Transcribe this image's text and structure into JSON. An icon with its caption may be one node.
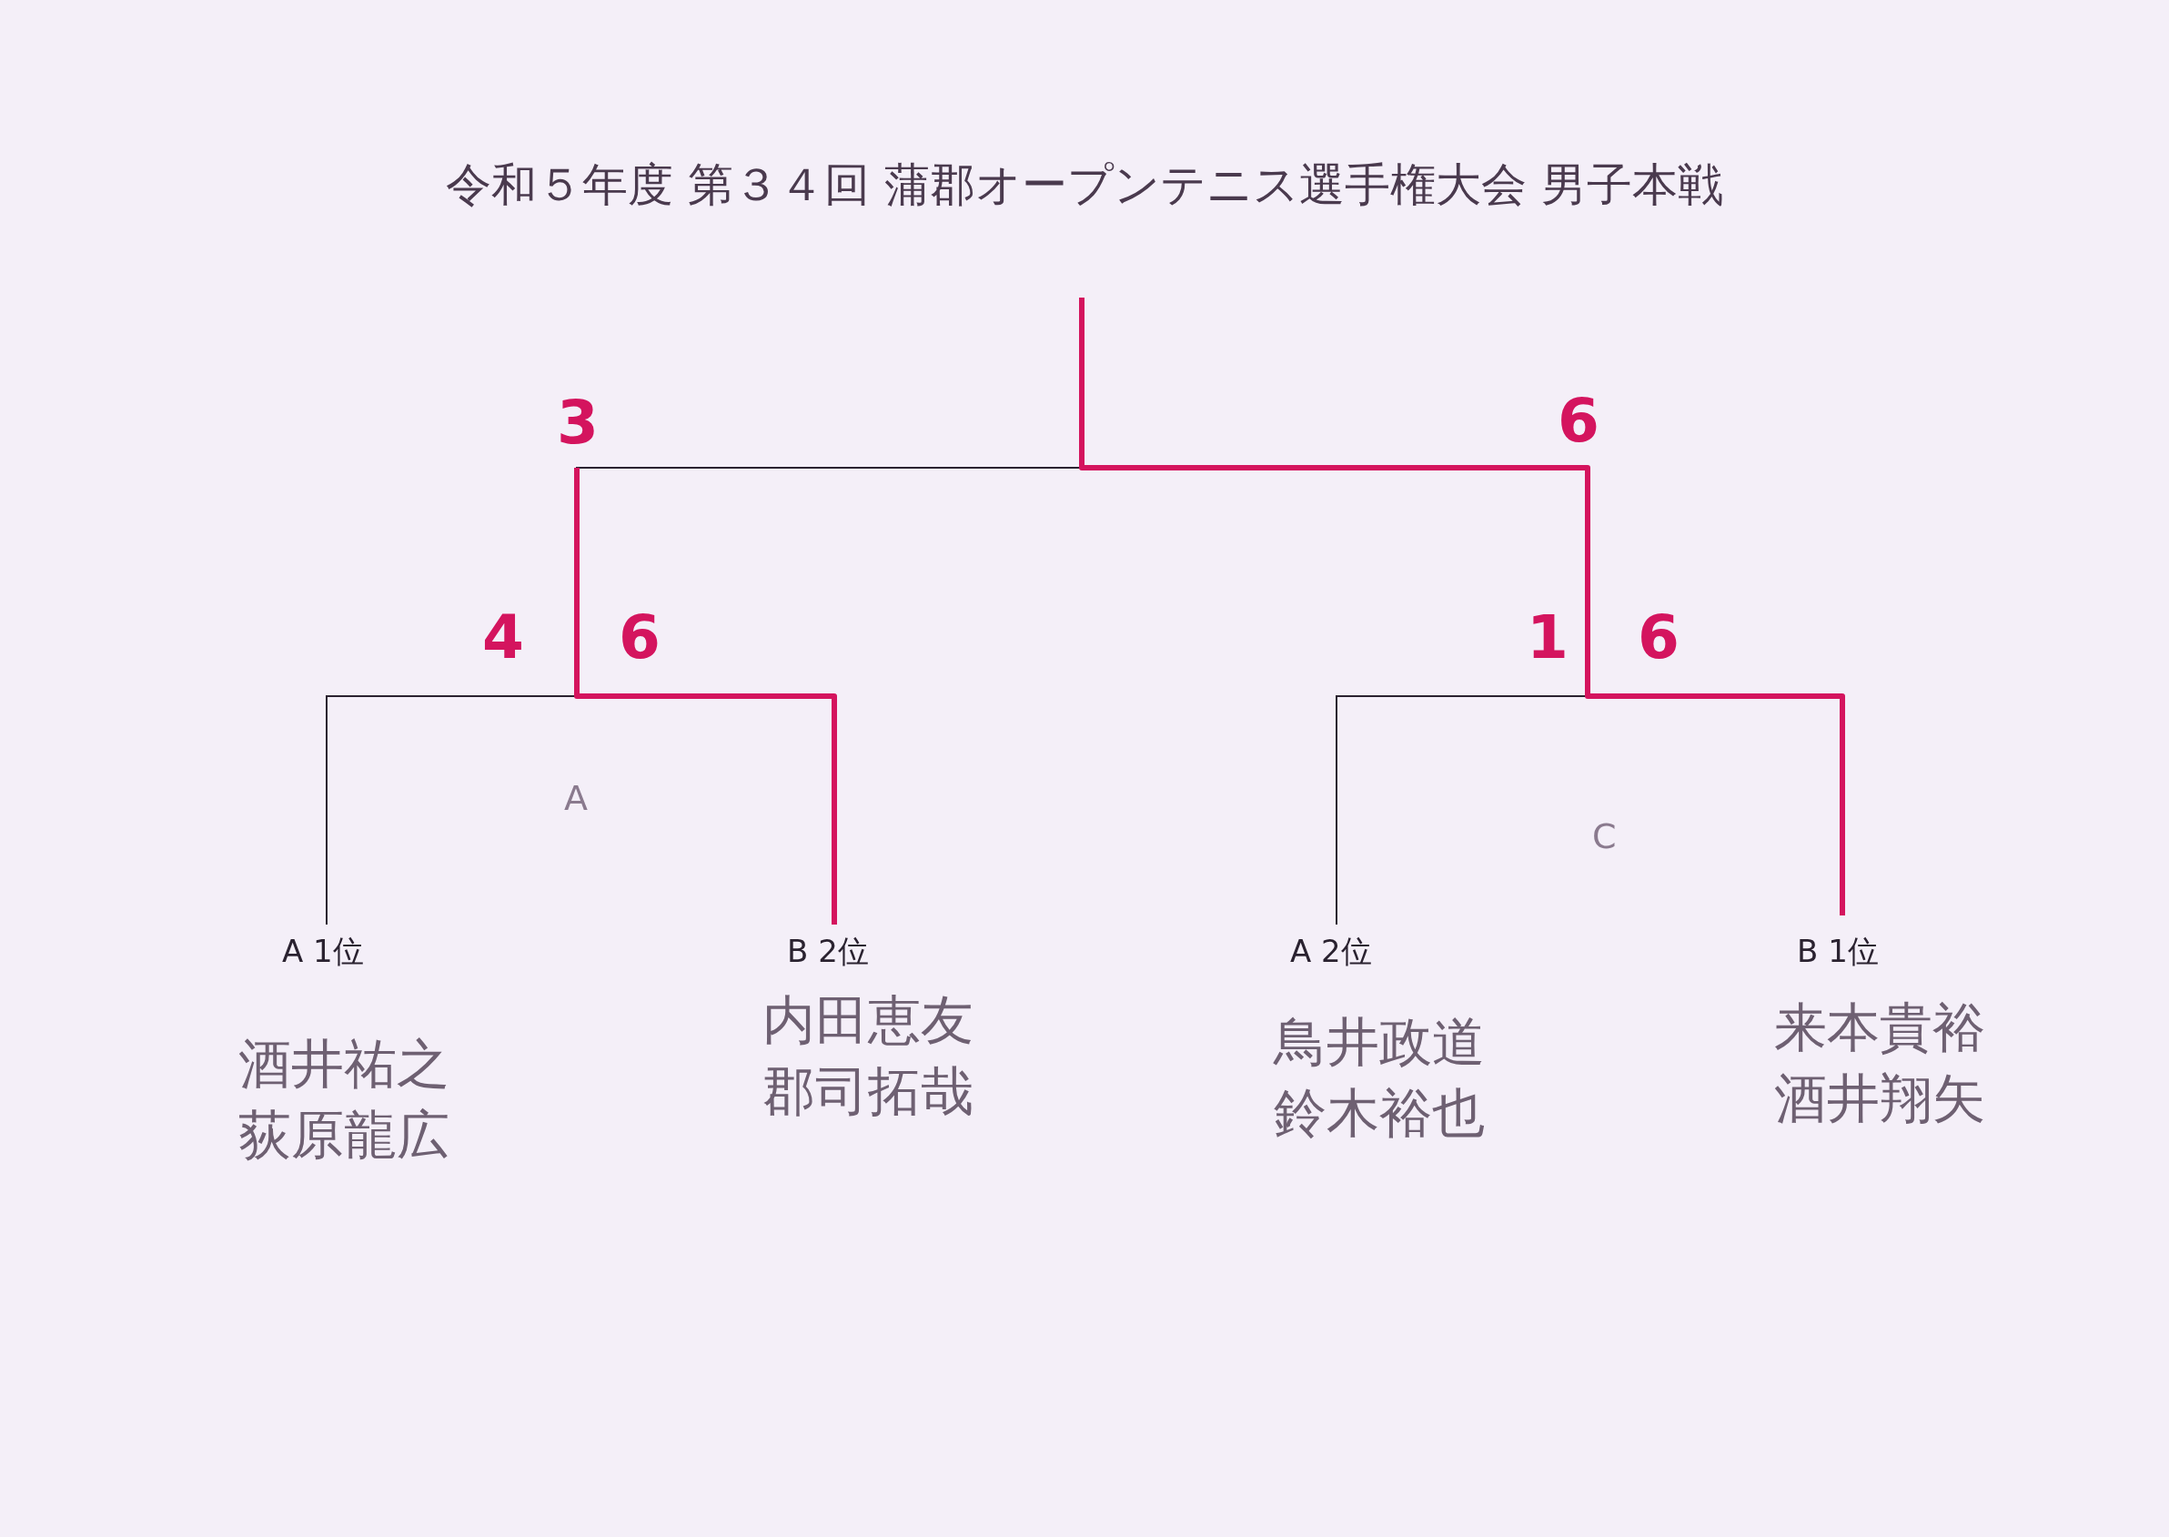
{
  "diagram": {
    "title": "令和５年度 第３４回 蒲郡オープンテニス選手権大会 男子本戦",
    "nodes": [
      {
        "text": [
          "A 1位"
        ],
        "beside": [
          "酒井祐之",
          "荻原龍広"
        ]
      },
      {
        "text": [
          "B 2位"
        ],
        "beside": [
          "内田恵友",
          "郡司拓哉"
        ]
      },
      {
        "text": [
          "A 2位"
        ],
        "beside": [
          "鳥井政道",
          "鈴木裕也"
        ]
      },
      {
        "text": [
          "B 1位"
        ],
        "beside": [
          "来本貴裕",
          "酒井翔矢"
        ]
      }
    ],
    "labels": [
      "3",
      "6",
      "4",
      "6",
      "1",
      "6",
      "A",
      "C"
    ]
  }
}
